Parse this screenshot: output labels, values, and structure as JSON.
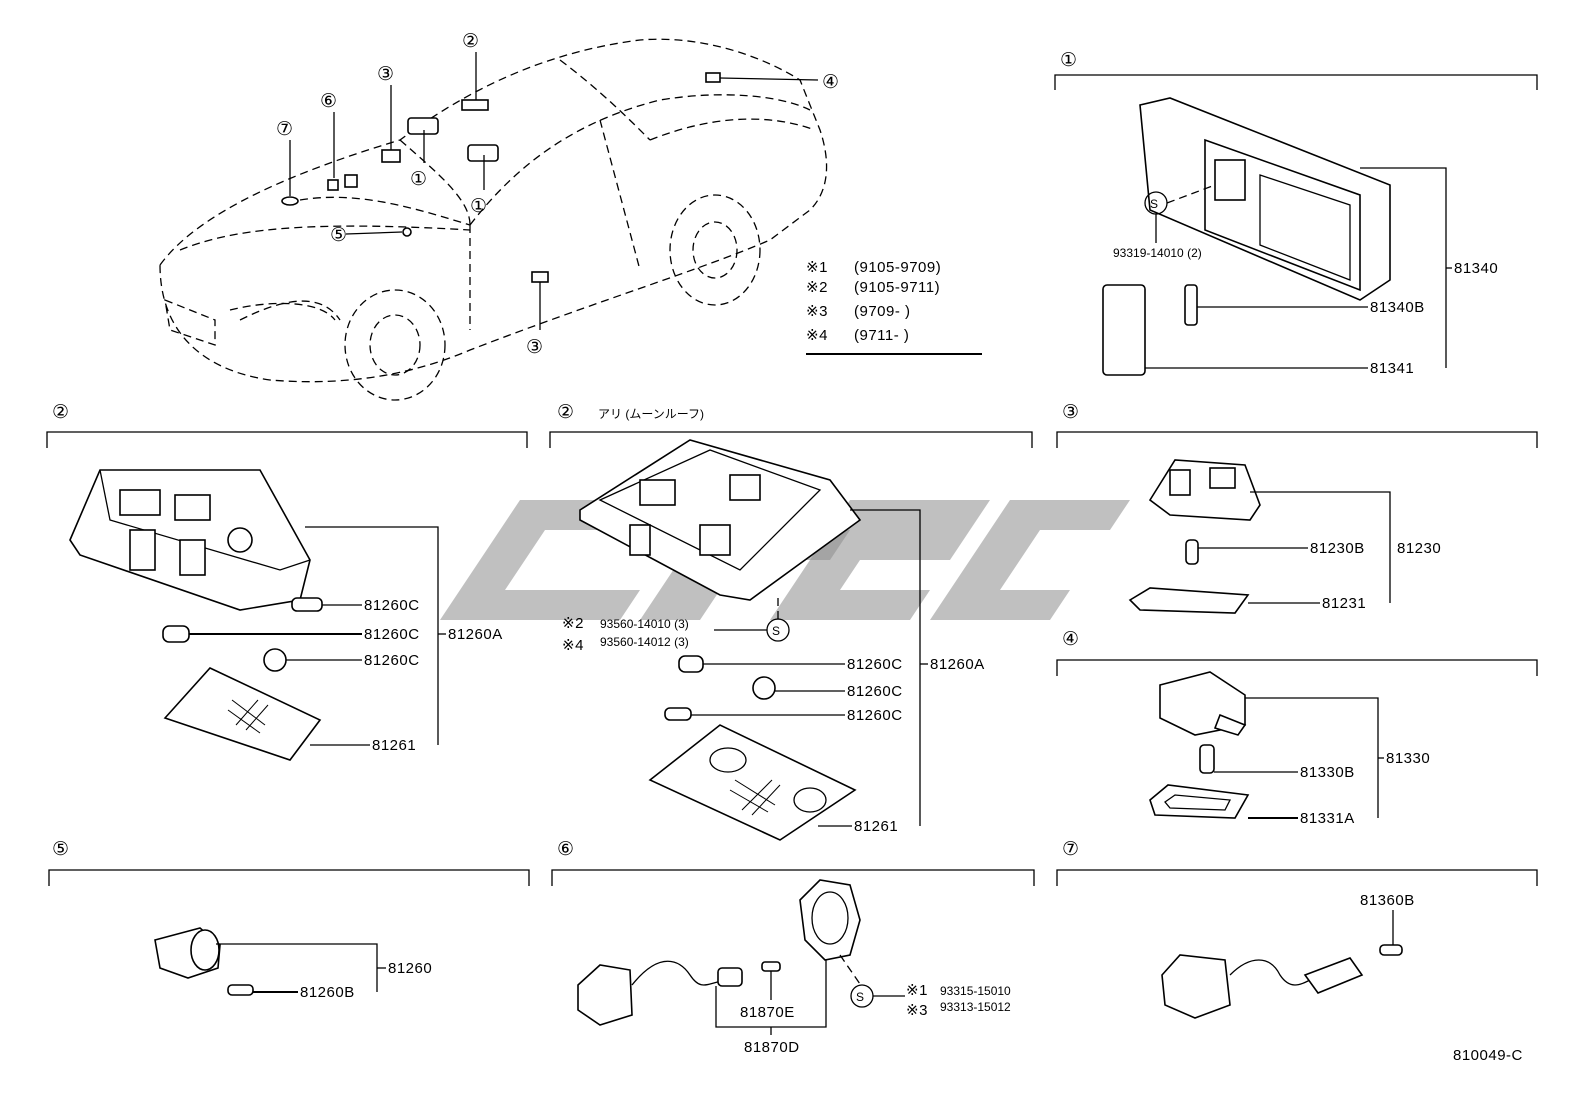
{
  "diagram_code": "810049-C",
  "legend": [
    {
      "mark": "※1",
      "range": "(9105-9709)"
    },
    {
      "mark": "※2",
      "range": "(9105-9711)"
    },
    {
      "mark": "※3",
      "range": "(9709-      )"
    },
    {
      "mark": "※4",
      "range": "(9711-      )"
    }
  ],
  "car_callouts": [
    "①",
    "②",
    "③",
    "④",
    "⑤",
    "⑥",
    "⑦",
    "①",
    "③"
  ],
  "sections": {
    "s1": {
      "marker": "①",
      "parts": {
        "p81340": "81340",
        "p81340B": "81340B",
        "p81341": "81341"
      },
      "screw": "S",
      "screw_part": "93319-14010 (2)"
    },
    "s2a": {
      "marker": "②",
      "parts": {
        "a": "81260C",
        "b": "81260C",
        "c": "81260C",
        "assy": "81260A",
        "lens": "81261"
      }
    },
    "s2b": {
      "marker": "②",
      "note": "アリ (ムーンルーフ)",
      "parts": {
        "a": "81260C",
        "b": "81260C",
        "c": "81260C",
        "assy": "81260A",
        "lens": "81261"
      },
      "screw": "S",
      "sub1_mark": "※2",
      "sub1": "93560-14010 (3)",
      "sub2_mark": "※4",
      "sub2": "93560-14012 (3)"
    },
    "s3": {
      "marker": "③",
      "parts": {
        "bulb": "81230B",
        "assy": "81230",
        "lens": "81231"
      }
    },
    "s4": {
      "marker": "④",
      "parts": {
        "assy": "81330",
        "bulb": "81330B",
        "lens": "81331A"
      }
    },
    "s5": {
      "marker": "⑤",
      "parts": {
        "assy": "81260",
        "bulb": "81260B"
      }
    },
    "s6": {
      "marker": "⑥",
      "parts": {
        "e": "81870E",
        "d": "81870D"
      },
      "screw": "S",
      "sub1_mark": "※1",
      "sub1": "93315-15010",
      "sub2_mark": "※3",
      "sub2": "93313-15012"
    },
    "s7": {
      "marker": "⑦",
      "parts": {
        "bulb": "81360B"
      }
    }
  }
}
